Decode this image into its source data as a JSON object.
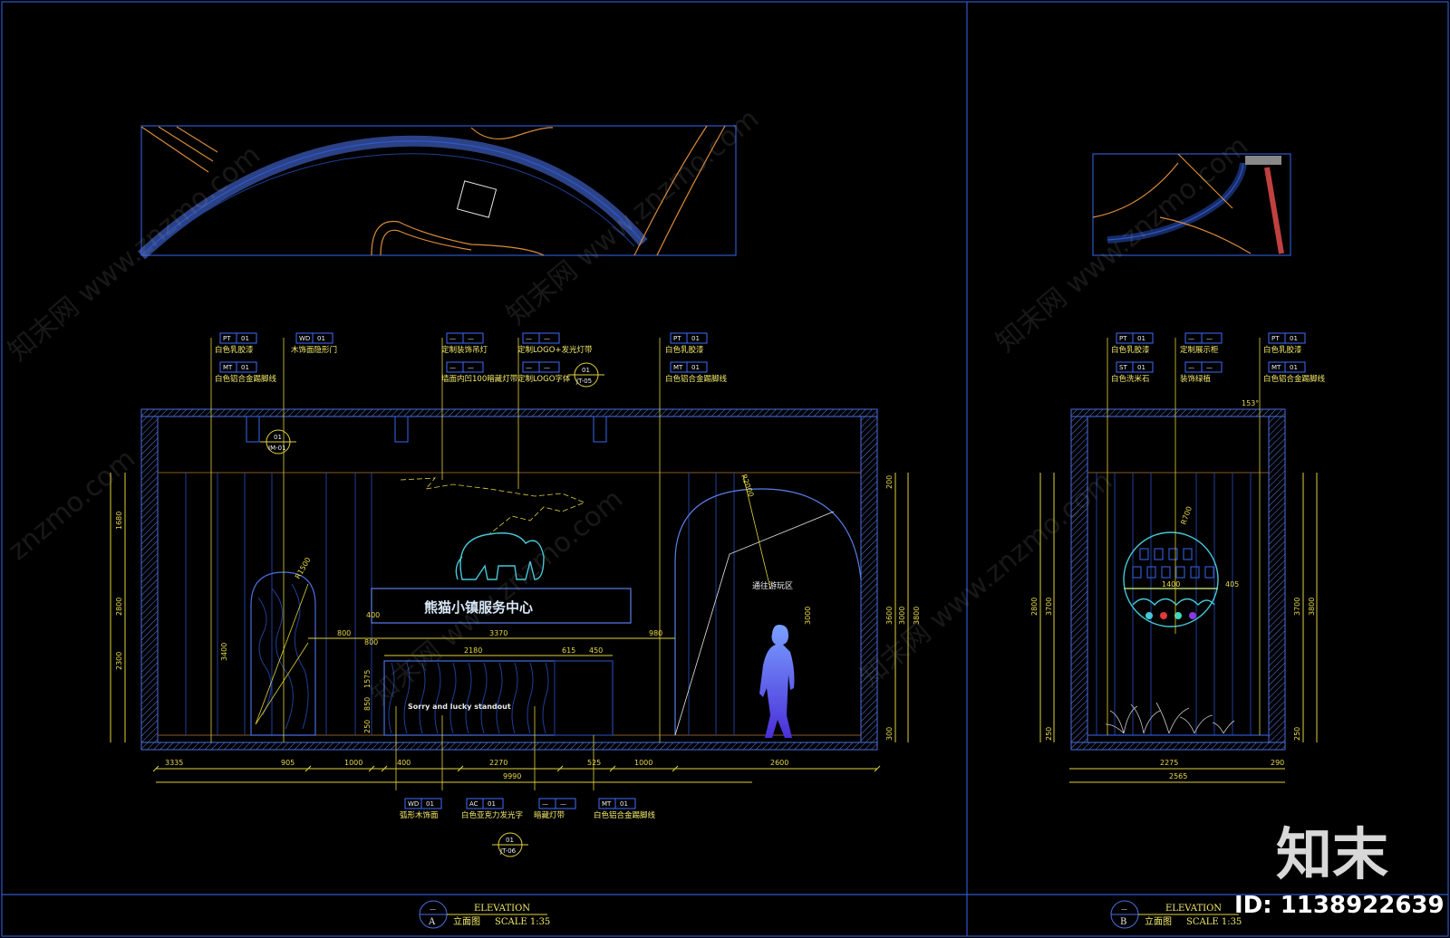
{
  "elevation_a": {
    "title_en": "ELEVATION",
    "title_cn": "立面图",
    "scale": "SCALE 1:35",
    "marker": "A",
    "marker_top": "—",
    "top_tags": [
      {
        "code1": "PT",
        "code2": "01",
        "label": "白色乳胶漆",
        "code3": "MT",
        "code4": "01",
        "label2": "白色铝合金踢脚线"
      },
      {
        "code1": "WD",
        "code2": "01",
        "label": "木饰面隐形门"
      },
      {
        "code1": "—",
        "code2": "—",
        "label": "定制装饰吊灯",
        "code3": "—",
        "code4": "—",
        "label2": "墙面内凹100暗藏灯带"
      },
      {
        "code1": "—",
        "code2": "—",
        "label": "定制LOGO+发光灯带",
        "code3": "—",
        "code4": "—",
        "label2": "定制LOGO字体"
      },
      {
        "code1": "PT",
        "code2": "01",
        "label": "白色乳胶漆",
        "code3": "MT",
        "code4": "01",
        "label2": "白色铝合金踢脚线"
      }
    ],
    "bottom_tags": [
      {
        "code1": "WD",
        "code2": "01",
        "label": "弧形木饰面"
      },
      {
        "code1": "AC",
        "code2": "01",
        "label": "白色亚克力发光字"
      },
      {
        "code1": "—",
        "code2": "—",
        "label": "暗藏灯带"
      },
      {
        "code1": "MT",
        "code2": "01",
        "label": "白色铝合金踢脚线"
      }
    ],
    "section_marks": [
      {
        "top": "01",
        "bottom": "IM-01"
      },
      {
        "top": "01",
        "bottom": "JT-05"
      },
      {
        "top": "01",
        "bottom": "JT-06"
      }
    ],
    "dims_bottom": [
      "3335",
      "905",
      "1000",
      "400",
      "2270",
      "525",
      "1000",
      "2600"
    ],
    "dim_total": "9990",
    "dims_left": [
      "1680",
      "2800",
      "2300",
      "3400",
      "1575",
      "850",
      "250"
    ],
    "dims_right": [
      "200",
      "3600",
      "3000",
      "3800",
      "300"
    ],
    "dims_inner": [
      "800",
      "3370",
      "980",
      "2180",
      "615",
      "450",
      "400",
      "800"
    ],
    "radius_labels": [
      "R1500",
      "R2000"
    ],
    "arch_text": "通往游玩区",
    "sign_text": "熊猫小镇服务中心",
    "desk_text": "Sorry and lucky standout"
  },
  "elevation_b": {
    "title_en": "ELEVATION",
    "title_cn": "立面图",
    "scale": "SCALE 1:35",
    "marker": "B",
    "marker_top": "—",
    "top_tags": [
      {
        "code1": "PT",
        "code2": "01",
        "label": "白色乳胶漆",
        "code3": "ST",
        "code4": "01",
        "label2": "白色洗米石"
      },
      {
        "code1": "—",
        "code2": "—",
        "label": "定制展示柜",
        "code3": "—",
        "code4": "—",
        "label2": "装饰绿植"
      },
      {
        "code1": "PT",
        "code2": "01",
        "label": "白色乳胶漆",
        "code3": "MT",
        "code4": "01",
        "label2": "白色铝合金踢脚线"
      }
    ],
    "angle": "153°",
    "dims_bottom": [
      "2275",
      "290"
    ],
    "dim_total": "2565",
    "dims_left": [
      "2800",
      "3700",
      "250"
    ],
    "dims_right": [
      "3700",
      "3800",
      "250"
    ],
    "circle_dims": [
      "1400",
      "405",
      "R700"
    ]
  },
  "watermarks": [
    "知末网 www.znzmo.com",
    "znzmo.com"
  ],
  "brand": {
    "logo": "知末",
    "id_text": "ID: 1138922639"
  },
  "colors": {
    "frame": "#2e57c9",
    "dimension": "#e0d23a",
    "accent": "#46c8d8",
    "figure": "#6a63ff"
  }
}
